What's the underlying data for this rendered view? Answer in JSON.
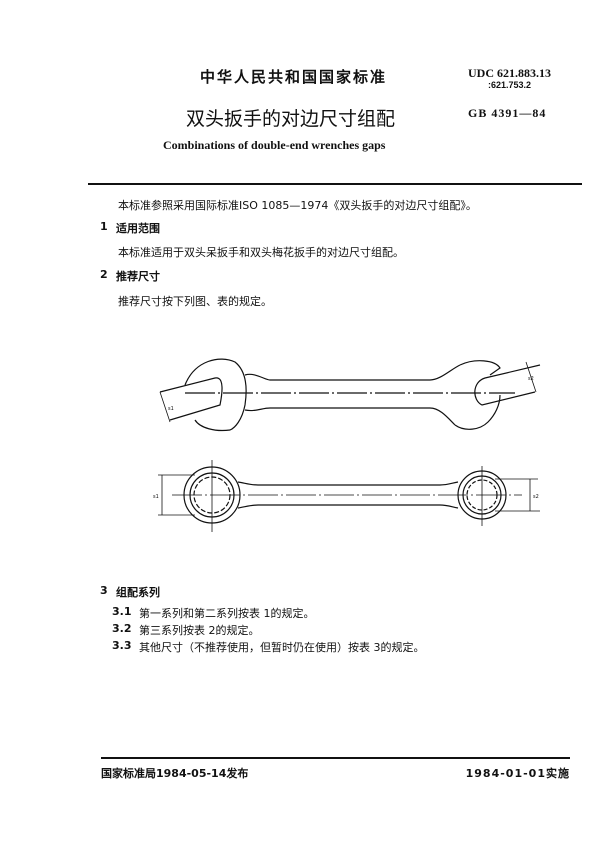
{
  "header": {
    "publisher_title": "中华人民共和国国家标准",
    "udc_line1": "UDC 621.883.13",
    "udc_line2": ":621.753.2",
    "standard_number": "GB 4391—84",
    "title_cn": "双头扳手的对边尺寸组配",
    "title_en": "Combinations of double-end wrenches gaps"
  },
  "body": {
    "intro": "本标准参照采用国际标准ISO 1085—1974《双头扳手的对边尺寸组配》。",
    "sections": [
      {
        "number": "1",
        "heading": "适用范围",
        "text": "本标准适用于双头呆扳手和双头梅花扳手的对边尺寸组配。"
      },
      {
        "number": "2",
        "heading": "推荐尺寸",
        "text": "推荐尺寸按下列图、表的规定。"
      },
      {
        "number": "3",
        "heading": "组配系列"
      }
    ],
    "subsections": [
      {
        "number": "3.1",
        "text": "第一系列和第二系列按表 1的规定。"
      },
      {
        "number": "3.2",
        "text": "第三系列按表 2的规定。"
      },
      {
        "number": "3.3",
        "text": "其他尺寸（不推荐使用，但暂时仍在使用）按表 3的规定。"
      }
    ]
  },
  "figure": {
    "labels": [
      "s1",
      "s2",
      "s1",
      "s2"
    ],
    "line_color": "#111111"
  },
  "footer": {
    "issued": "国家标准局1984-05-14发布",
    "effective": "1984-01-01实施"
  }
}
